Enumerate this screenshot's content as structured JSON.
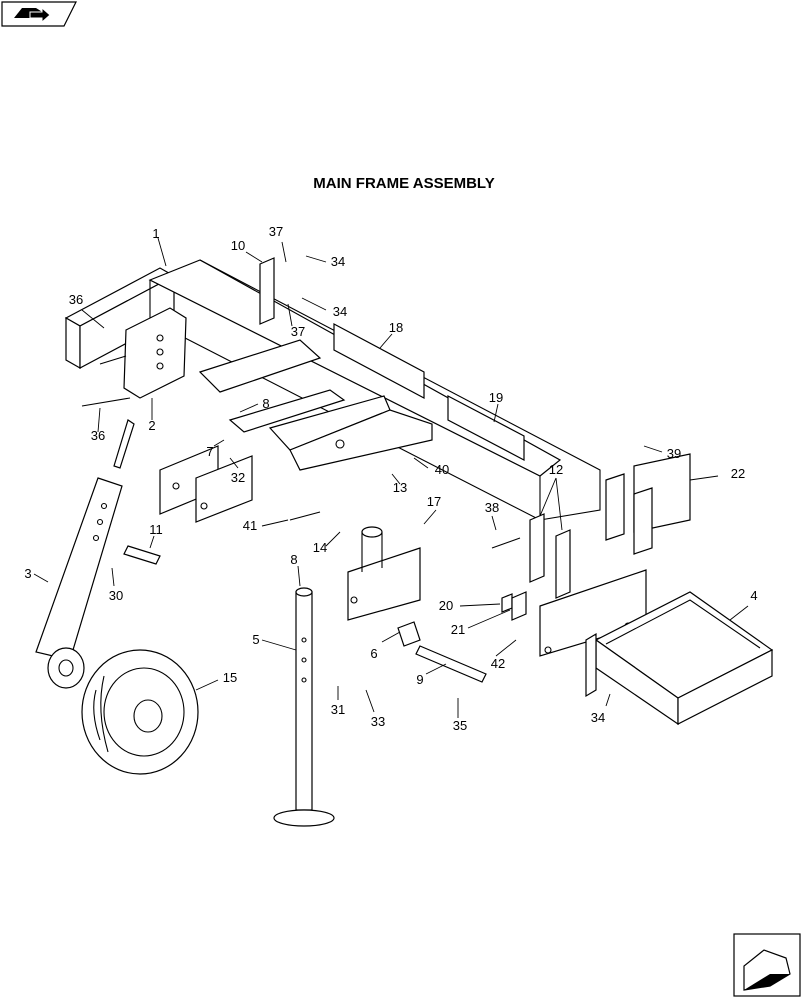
{
  "title": "MAIN FRAME ASSEMBLY",
  "callouts": [
    "1",
    "10",
    "37",
    "34",
    "34",
    "37",
    "36",
    "18",
    "8",
    "36",
    "2",
    "19",
    "7",
    "32",
    "39",
    "40",
    "12",
    "22",
    "13",
    "17",
    "38",
    "41",
    "14",
    "11",
    "3",
    "30",
    "8",
    "5",
    "15",
    "4",
    "20",
    "21",
    "42",
    "6",
    "9",
    "34",
    "31",
    "33",
    "35"
  ],
  "nav": {
    "top_icon": "book-navigation-icon",
    "bottom_icon": "next-page-arrow-icon"
  }
}
